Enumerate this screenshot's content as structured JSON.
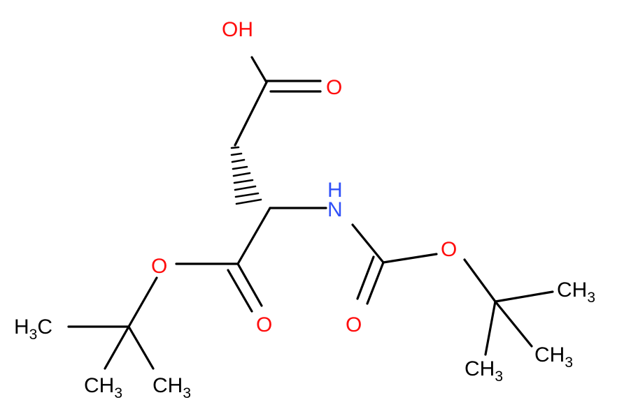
{
  "colors": {
    "bond": "#000000",
    "oxygen": "#ff0d0d",
    "nitrogen": "#3050f8",
    "carbon": "#000000",
    "background": "#ffffff"
  },
  "atoms": {
    "acid_oh": "OH",
    "acid_carbonyl_o": "O",
    "nh": "H",
    "n": "N",
    "carbamate_o_ether": "O",
    "carbamate_carbonyl_o": "O",
    "ester_o_ether": "O",
    "ester_carbonyl_o": "O",
    "methyl_left": {
      "main": "H",
      "sub": "3",
      "tail": "C"
    },
    "methyl_bottom_left": {
      "main": "CH",
      "sub": "3"
    },
    "methyl_bottom_mid": {
      "main": "CH",
      "sub": "3"
    },
    "methyl_right_top": {
      "main": "CH",
      "sub": "3"
    },
    "methyl_right_mid": {
      "main": "CH",
      "sub": "3"
    },
    "methyl_right_bottom": {
      "main": "CH",
      "sub": "3"
    }
  }
}
